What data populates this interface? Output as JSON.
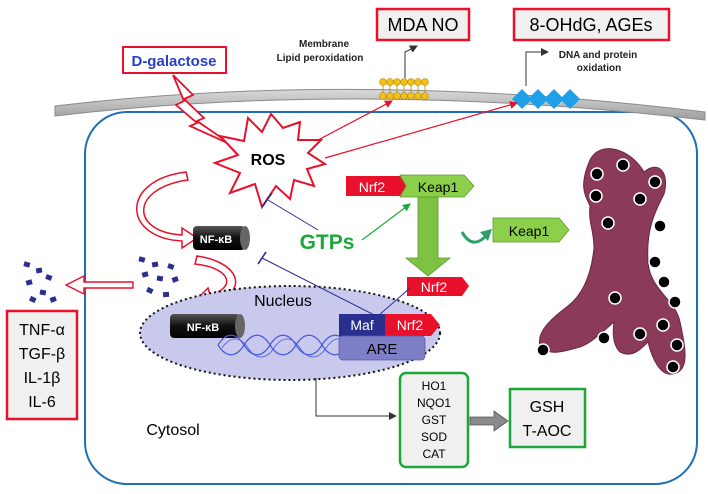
{
  "labels": {
    "mda_no": "MDA NO",
    "ohdg_ages": "8-OHdG, AGEs",
    "membrane_line1": "Membrane",
    "membrane_line2": "Lipid peroxidation",
    "dna_line1": "DNA and protein",
    "dna_line2": "oxidation",
    "d_galactose": "D-galactose",
    "ros": "ROS",
    "nfkb_cyto": "NF-κB",
    "nfkb_nuc": "NF-κB",
    "gtps": "GTPs",
    "nrf2_complex": "Nrf2",
    "keap1_complex": "Keap1",
    "keap1_free": "Keap1",
    "nrf2_free": "Nrf2",
    "nucleus": "Nucleus",
    "maf": "Maf",
    "nrf2_nuc": "Nrf2",
    "are": "ARE",
    "cytosol": "Cytosol",
    "gsh": "GSH",
    "t_aoc": "T-AOC"
  },
  "cytokines": [
    "TNF-α",
    "TGF-β",
    "IL-1β",
    "IL-6"
  ],
  "enzymes": [
    "HO1",
    "NQO1",
    "GST",
    "SOD",
    "CAT"
  ],
  "colors": {
    "red": "#e8102a",
    "blue_border": "#1e6fb5",
    "green_text": "#1aa83a",
    "green_arrow": "#7dc242",
    "keap1_fill": "#8ccf4a",
    "nucleus_fill": "#c9c9ee",
    "are_fill": "#7f7fc8",
    "maf_fill": "#2a2f8f",
    "cell_fill": "#8b3a5a",
    "membrane": "#bdbdbd",
    "diamond": "#1e9fe8",
    "lipid": "#f2c118"
  }
}
